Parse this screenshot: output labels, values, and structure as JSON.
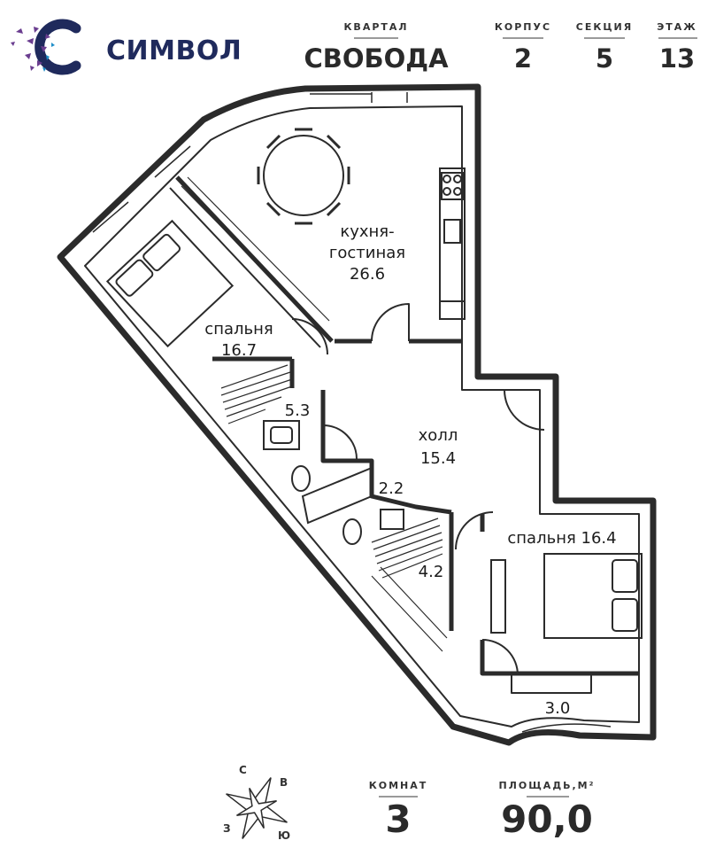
{
  "header": {
    "brand": "СИМВОЛ",
    "quarter_label": "КВАРТАЛ",
    "quarter_value": "СВОБОДА",
    "building_label": "КОРПУС",
    "building_value": "2",
    "section_label": "СЕКЦИЯ",
    "section_value": "5",
    "floor_label": "ЭТАЖ",
    "floor_value": "13"
  },
  "rooms": {
    "kitchen_line1": "кухня-",
    "kitchen_line2": "гостиная",
    "kitchen_area": "26.6",
    "bedroom1_label": "спальня",
    "bedroom1_area": "16.7",
    "bathroom1_area": "5.3",
    "hall_label": "холл",
    "hall_area": "15.4",
    "bathroom2_area": "2.2",
    "bedroom2_label": "спальня 16.4",
    "closet_area": "4.2",
    "balcony_area": "3.0"
  },
  "footer": {
    "compass": {
      "n": "С",
      "e": "В",
      "s": "Ю",
      "w": "З"
    },
    "rooms_label": "КОМНАТ",
    "rooms_value": "3",
    "area_label": "ПЛОЩАДЬ,М²",
    "area_value": "90,0"
  },
  "colors": {
    "brand": "#1f2a5c",
    "logo_accent": "#6a3d8f",
    "wall": "#2b2b2b"
  }
}
